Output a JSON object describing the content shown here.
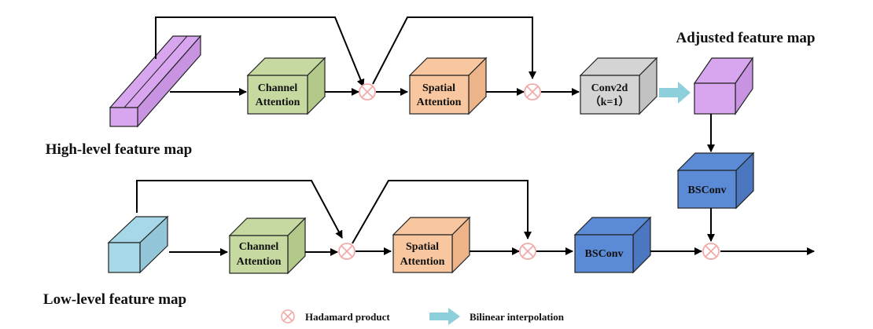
{
  "labels": {
    "high_level": "High-level feature map",
    "low_level": "Low-level feature map",
    "adjusted": "Adjusted feature map"
  },
  "blocks": {
    "top_channel": [
      "Channel",
      "Attention"
    ],
    "top_spatial": [
      "Spatial",
      "Attention"
    ],
    "conv2d": [
      "Conv2d",
      "（k=1）"
    ],
    "bot_channel": [
      "Channel",
      "Attention"
    ],
    "bot_spatial": [
      "Spatial",
      "Attention"
    ],
    "bsconv_right": "BSConv",
    "bsconv_bottom": "BSConv"
  },
  "legend": {
    "hadamard": "Hadamard product",
    "bilinear": "Bilinear interpolation"
  },
  "colors": {
    "high_level_map": "#d7a6ef",
    "low_level_map": "#a6d8e8",
    "channel_attention": "#c6d9a0",
    "spatial_attention": "#f8c79f",
    "conv2d": "#d4d4d4",
    "bsconv": "#5b8bd6",
    "hadamard": "#f2aaaa",
    "bilinear_arrow": "#8ecfdc"
  }
}
